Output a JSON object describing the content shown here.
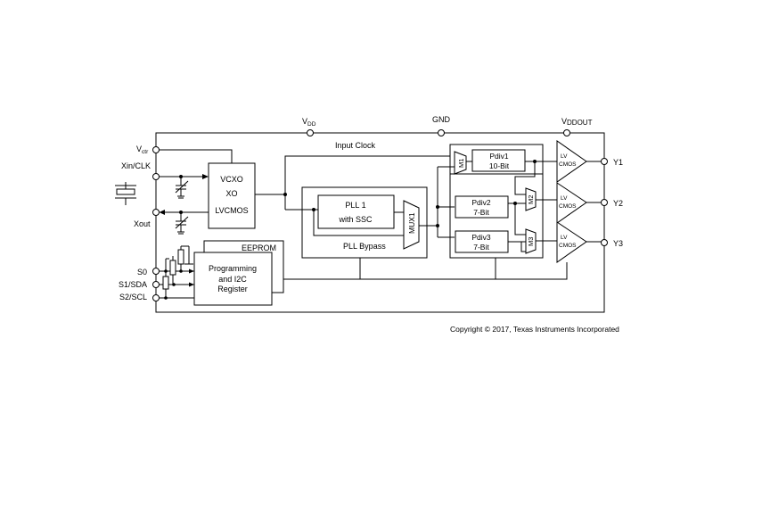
{
  "diagram": {
    "pins": {
      "vdd_main": "V",
      "vdd_sub": "DD",
      "gnd": "GND",
      "vddout_main": "V",
      "vddout_sub": "DDOUT",
      "vctr_main": "V",
      "vctr_sub": "ctr",
      "xin": "Xin/CLK",
      "xout": "Xout",
      "s0": "S0",
      "s1": "S1/SDA",
      "s2": "S2/SCL",
      "y1": "Y1",
      "y2": "Y2",
      "y3": "Y3"
    },
    "blocks": {
      "vcxo_1": "VCXO",
      "vcxo_2": "XO",
      "vcxo_3": "LVCMOS",
      "pll_1": "PLL 1",
      "pll_2": "with SSC",
      "pll_bypass": "PLL Bypass",
      "mux1": "MUX1",
      "input_clock": "Input Clock",
      "eeprom": "EEPROM",
      "prog_1": "Programming",
      "prog_2": "and  I2C",
      "prog_3": "Register",
      "pdiv1_1": "Pdiv1",
      "pdiv1_2": "10-Bit",
      "pdiv2_1": "Pdiv2",
      "pdiv2_2": "7-Bit",
      "pdiv3_1": "Pdiv3",
      "pdiv3_2": "7-Bit",
      "m1": "M1",
      "m2": "M2",
      "m3": "M3",
      "buf_lv": "LV",
      "buf_cmos": "CMOS"
    },
    "copyright": "Copyright © 2017, Texas Instruments Incorporated"
  }
}
